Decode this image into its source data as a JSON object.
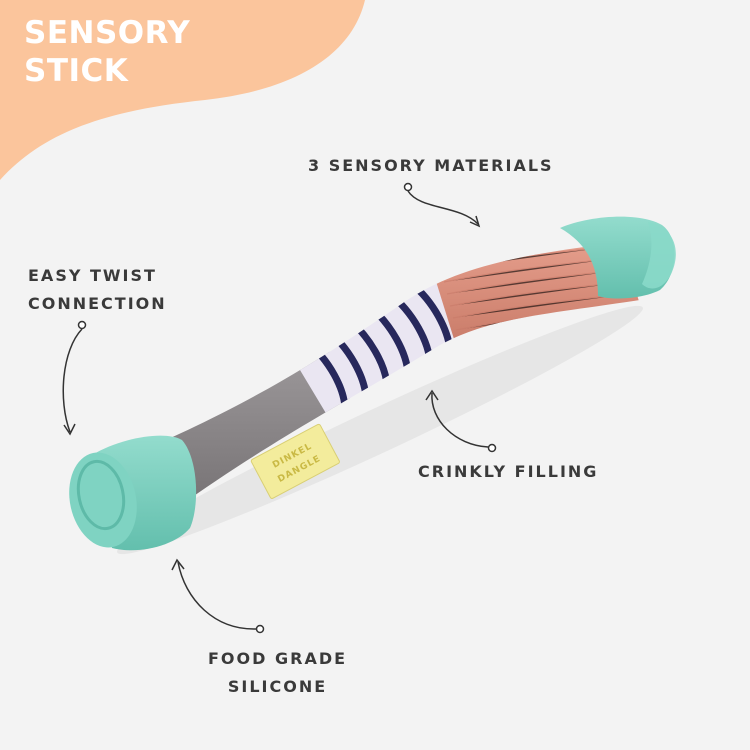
{
  "title": {
    "line1": "SENSORY",
    "line2": "STICK"
  },
  "callouts": {
    "materials": "3 SENSORY MATERIALS",
    "twist": {
      "line1": "EASY TWIST",
      "line2": "CONNECTION"
    },
    "crinkly": "CRINKLY FILLING",
    "food": {
      "line1": "FOOD GRADE",
      "line2": "SILICONE"
    }
  },
  "tag": {
    "line1": "DINKEL",
    "line2": "DANGLE"
  },
  "colors": {
    "background": "#f3f3f3",
    "corner_blob": "#fbc59c",
    "silicone": "#7fd3c2",
    "velour": "#8f8a8c",
    "stripes_base": "#eae6f2",
    "stripes": "#27285c",
    "corduroy": "#dc8f7c",
    "tag": "#f3ec9c"
  }
}
